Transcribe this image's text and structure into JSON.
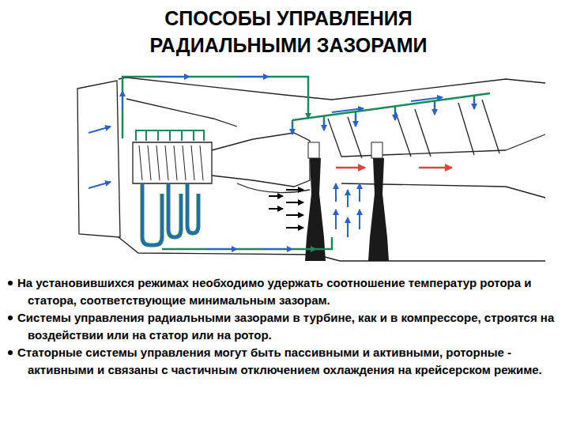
{
  "diagram": {
    "title": "СПОСОБЫ УПРАВЛЕНИЯ РАДИАЛЬНЫМИ ЗАЗОРАМИ",
    "labels": [
      "На установившихся режимах необходимо удержать соотношение температур ротора и статора, соответствующие минимальным зазорам.",
      "Системы управления радиальными зазорами в турбине, как и в компрессоре, строятся на воздействии или на статор или на ротор.",
      "Статорные системы управления могут быть пассивными и активными, роторные - активными и связаны с частичным отключением охлаждения на крейсерском режиме."
    ]
  }
}
